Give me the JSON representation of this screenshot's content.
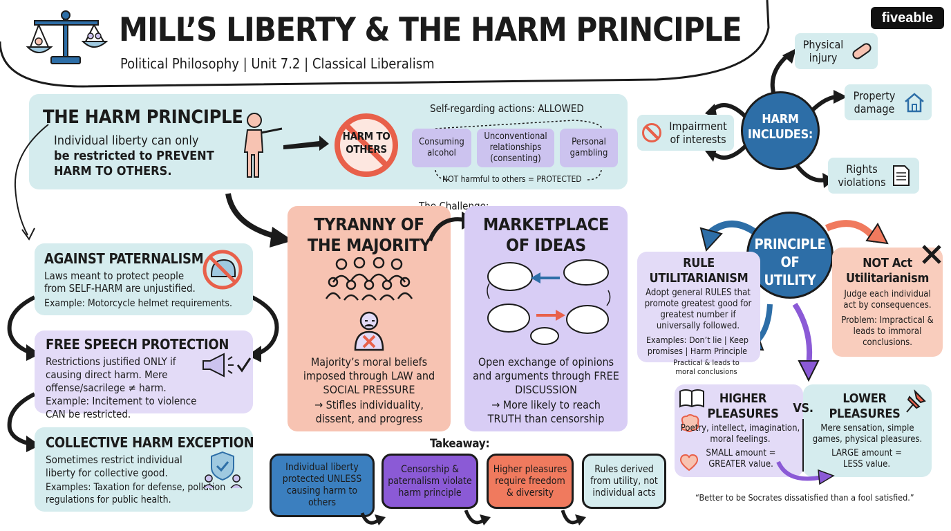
{
  "header": {
    "title": "MILL’S LIBERTY & THE HARM PRINCIPLE",
    "subtitle": "Political Philosophy | Unit 7.2 | Classical Liberalism",
    "brand": "fiveable"
  },
  "harm_principle": {
    "title": "THE HARM PRINCIPLE",
    "body_1": "Individual liberty can only",
    "body_2": "be restricted to PREVENT",
    "body_3": "HARM TO OTHERS.",
    "sign_1": "HARM TO",
    "sign_2": "OTHERS",
    "self_regarding": "Self-regarding actions: ALLOWED",
    "examples": [
      "Consuming alcohol",
      "Unconventional relationships (consenting)",
      "Personal gambling"
    ],
    "not_harmful": "NOT harmful to others = PROTECTED"
  },
  "harm_includes": {
    "center_1": "HARM",
    "center_2": "INCLUDES:",
    "items": {
      "physical": "Physical injury",
      "property": "Property damage",
      "impairment": "Impairment of interests",
      "rights": "Rights violations"
    }
  },
  "paternalism": {
    "title": "AGAINST PATERNALISM",
    "body": "Laws meant to protect people from SELF-HARM are unjustified.",
    "example": "Example: Motorcycle helmet requirements."
  },
  "free_speech": {
    "title": "FREE SPEECH PROTECTION",
    "body": "Restrictions justified ONLY if causing direct harm. Mere offense/sacrilege ≠ harm. Example: Incitement to violence CAN be restricted."
  },
  "collective": {
    "title": "COLLECTIVE HARM EXCEPTION",
    "body": "Sometimes restrict individual liberty for collective good.",
    "examples": "Examples: Taxation for defense, pollution regulations for public health."
  },
  "challenge": {
    "label": "The Challenge:",
    "tyranny": {
      "title_1": "TYRANNY OF",
      "title_2": "THE MAJORITY",
      "body": "Majority’s moral beliefs imposed through LAW and SOCIAL PRESSURE",
      "result": "→ Stifles individuality, dissent, and progress"
    },
    "marketplace": {
      "title_1": "MARKETPLACE",
      "title_2": "OF IDEAS",
      "body": "Open exchange of opinions and arguments through FREE DISCUSSION",
      "result": "→ More likely to reach TRUTH than censorship"
    }
  },
  "takeaway": {
    "label": "Takeaway:",
    "items": [
      "Individual liberty protected UNLESS causing harm to others",
      "Censorship & paternalism violate harm principle",
      "Higher pleasures require freedom & diversity",
      "Rules derived from utility, not individual acts"
    ],
    "colors": [
      "#3b7fbf",
      "#8b5ad6",
      "#f07a5e",
      "#d5ecee"
    ]
  },
  "utility": {
    "center_1": "PRINCIPLE",
    "center_2": "OF",
    "center_3": "UTILITY",
    "rule": {
      "title_1": "RULE",
      "title_2": "UTILITARIANISM",
      "body": "Adopt general RULES that promote greatest good for greatest number if universally followed.",
      "examples": "Examples: Don’t lie | Keep promises | Harm Principle",
      "note": "Practical & leads to moral conclusions"
    },
    "act": {
      "title_1": "NOT Act",
      "title_2": "Utilitarianism",
      "body": "Judge each individual act by consequences.",
      "problem": "Problem: Impractical & leads to immoral conclusions."
    }
  },
  "pleasures": {
    "higher_1": "HIGHER",
    "higher_2": "PLEASURES",
    "higher_body": "Poetry, intellect, imagination, moral feelings.",
    "higher_value": "SMALL amount = GREATER value.",
    "vs": "VS.",
    "lower_1": "LOWER",
    "lower_2": "PLEASURES",
    "lower_body": "Mere sensation, simple games, physical pleasures.",
    "lower_value": "LARGE amount = LESS value.",
    "quote": "“Better to be Socrates dissatisfied than a fool satisfied.”"
  }
}
